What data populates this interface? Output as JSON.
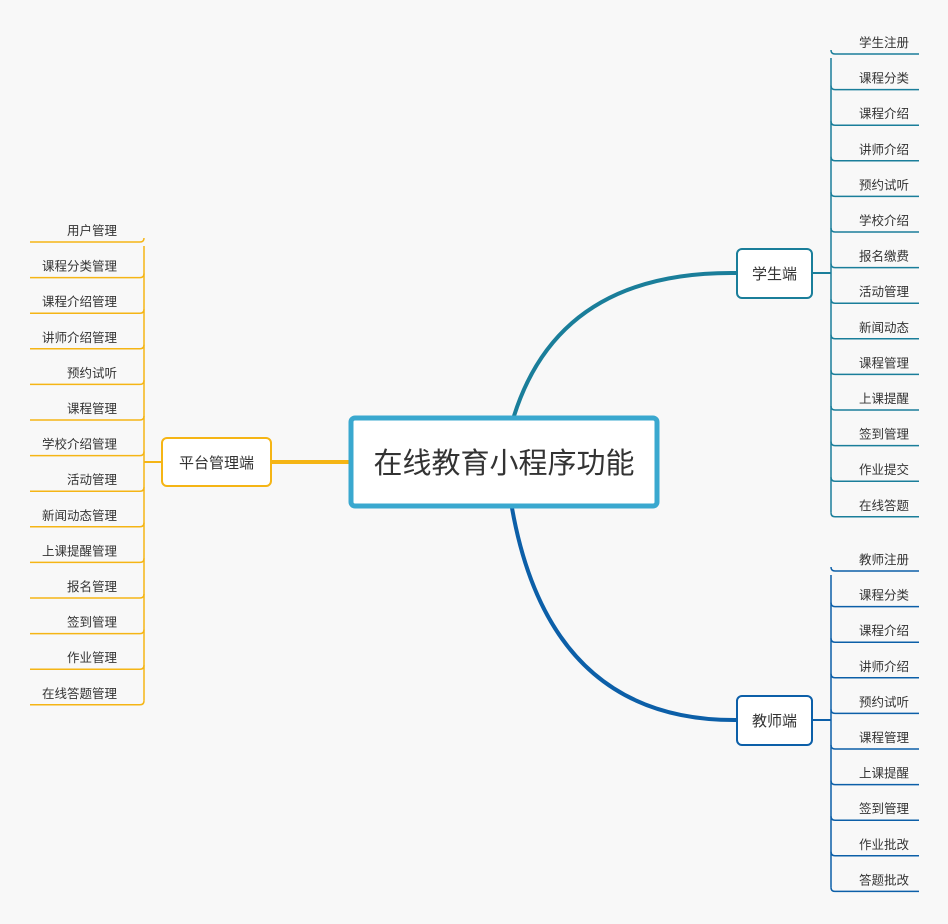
{
  "root": {
    "label": "在线教育小程序功能"
  },
  "colors": {
    "root_border": "#3aa8cf",
    "student": "#1a7e9a",
    "teacher": "#0c5fa8",
    "platform": "#f5b515",
    "background": "#f8f8f8",
    "text": "#333333"
  },
  "branches": {
    "student": {
      "label": "学生端",
      "items": [
        "学生注册",
        "课程分类",
        "课程介绍",
        "讲师介绍",
        "预约试听",
        "学校介绍",
        "报名缴费",
        "活动管理",
        "新闻动态",
        "课程管理",
        "上课提醒",
        "签到管理",
        "作业提交",
        "在线答题"
      ]
    },
    "teacher": {
      "label": "教师端",
      "items": [
        "教师注册",
        "课程分类",
        "课程介绍",
        "讲师介绍",
        "预约试听",
        "课程管理",
        "上课提醒",
        "签到管理",
        "作业批改",
        "答题批改"
      ]
    },
    "platform": {
      "label": "平台管理端",
      "items": [
        "用户管理",
        "课程分类管理",
        "课程介绍管理",
        "讲师介绍管理",
        "预约试听",
        "课程管理",
        "学校介绍管理",
        "活动管理",
        "新闻动态管理",
        "上课提醒管理",
        "报名管理",
        "签到管理",
        "作业管理",
        "在线答题管理"
      ]
    }
  }
}
